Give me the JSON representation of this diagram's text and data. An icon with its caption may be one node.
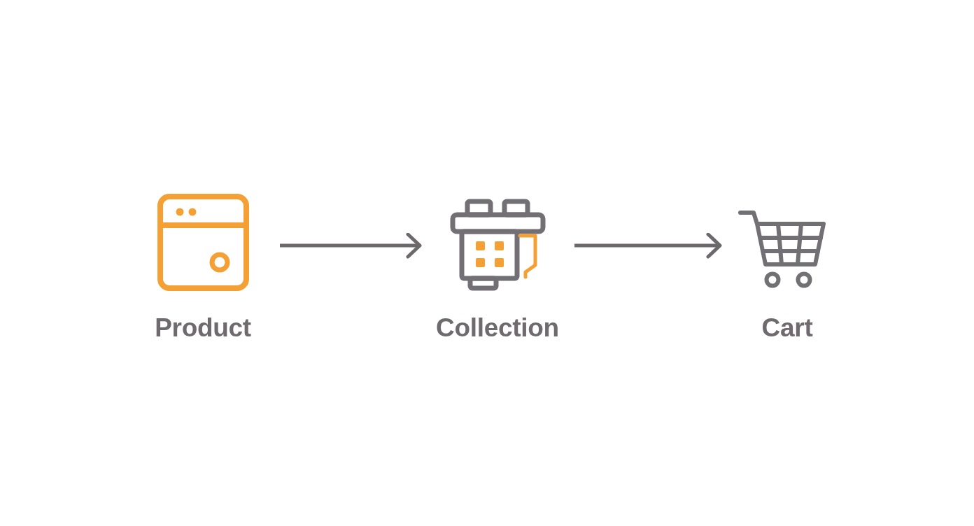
{
  "diagram": {
    "nodes": [
      {
        "text": [
          "Product"
        ]
      },
      {
        "text": [
          "Collection"
        ]
      },
      {
        "text": [
          "Cart"
        ]
      }
    ],
    "edges": [
      {
        "from": 0,
        "to": 1,
        "arrow": "to"
      },
      {
        "from": 1,
        "to": 2,
        "arrow": "to"
      }
    ]
  }
}
